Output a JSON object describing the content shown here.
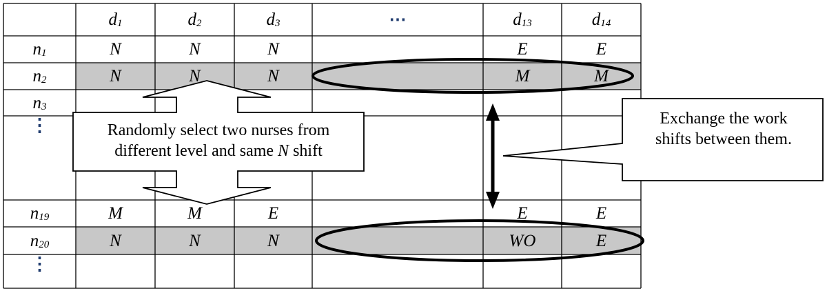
{
  "table": {
    "corner": "",
    "columns": [
      {
        "base": "d",
        "sub": "1"
      },
      {
        "base": "d",
        "sub": "2"
      },
      {
        "base": "d",
        "sub": "3"
      },
      {
        "base": "⋯",
        "sub": ""
      },
      {
        "base": "d",
        "sub": "13"
      },
      {
        "base": "d",
        "sub": "14"
      }
    ],
    "rows": [
      {
        "base": "n",
        "sub": "1",
        "cells": [
          "N",
          "N",
          "N",
          "",
          "E",
          "E"
        ],
        "shaded": false
      },
      {
        "base": "n",
        "sub": "2",
        "cells": [
          "N",
          "N",
          "N",
          "",
          "M",
          "M"
        ],
        "shaded": true
      },
      {
        "base": "n",
        "sub": "3",
        "cells": [
          "",
          "",
          "",
          "",
          "",
          ""
        ],
        "shaded": false
      },
      {
        "base": "⋮",
        "sub": "",
        "cells": [
          "",
          "",
          "",
          "",
          "",
          ""
        ],
        "shaded": false
      },
      {
        "base": "n",
        "sub": "19",
        "cells": [
          "M",
          "M",
          "E",
          "",
          "E",
          "E"
        ],
        "shaded": false
      },
      {
        "base": "n",
        "sub": "20",
        "cells": [
          "N",
          "N",
          "N",
          "",
          "WO",
          "E"
        ],
        "shaded": true
      },
      {
        "base": "⋮",
        "sub": "",
        "cells": [
          "",
          "",
          "",
          "",
          "",
          ""
        ],
        "shaded": false
      }
    ]
  },
  "annotations": {
    "select_text_line1": "Randomly select two nurses from",
    "select_text_line2_pre": "different level and same ",
    "select_text_line2_em": "N",
    "select_text_line2_post": " shift",
    "exchange_text_line1": "Exchange the work",
    "exchange_text_line2": "shifts between them."
  },
  "colors": {
    "shade": "#c8c8c8",
    "grid": "#000000",
    "vdots": "#1f3b6e"
  }
}
